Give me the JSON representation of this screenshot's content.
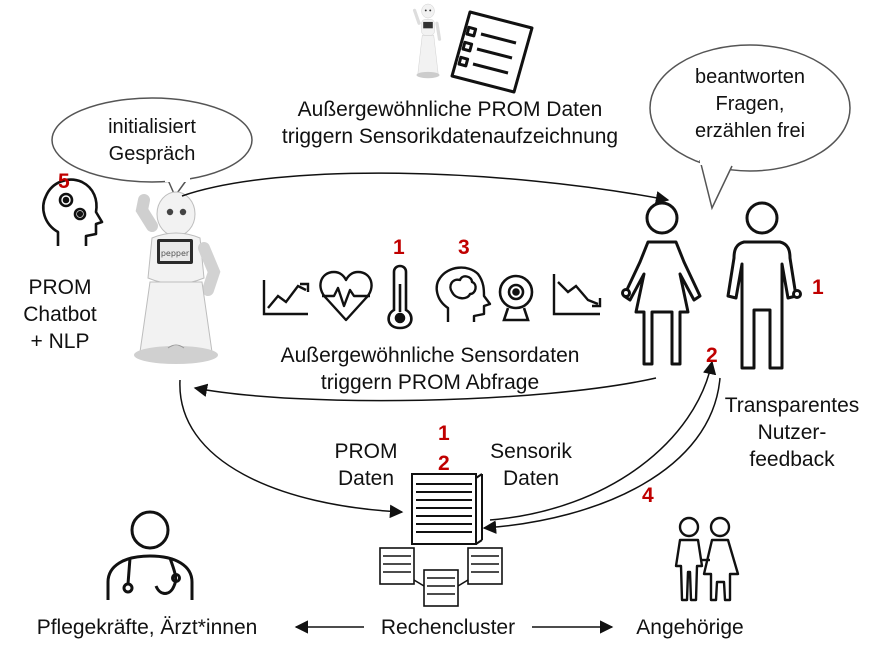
{
  "colors": {
    "ink": "#111111",
    "accent": "#c00000",
    "robot_body": "#f2f2f2",
    "robot_shade": "#d6d6d6"
  },
  "icons": [
    "robot-icon",
    "checklist-icon",
    "head-gears-icon",
    "trend-up-icon",
    "heart-pulse-icon",
    "thermometer-icon",
    "head-brain-icon",
    "webcam-icon",
    "trend-down-icon",
    "woman-icon",
    "man-icon",
    "server-icon",
    "server-cluster-icon",
    "doctor-icon",
    "couple-icon",
    "speech-bubble-icon"
  ],
  "bubbles": {
    "robot": [
      "initialisiert",
      "Gespräch"
    ],
    "users": [
      "beantworten",
      "Fragen,",
      "erzählen frei"
    ]
  },
  "top_caption": [
    "Außergewöhnliche PROM Daten",
    "triggern Sensorikdatenaufzeichnung"
  ],
  "middle_caption": [
    "Außergewöhnliche Sensordaten",
    "triggern PROM Abfrage"
  ],
  "left_block": [
    "PROM",
    "Chatbot",
    "+ NLP"
  ],
  "right_block": [
    "Transparentes",
    "Nutzer-",
    "feedback"
  ],
  "flow_left": [
    "PROM",
    "Daten"
  ],
  "flow_right": [
    "Sensorik",
    "Daten"
  ],
  "bottom": {
    "left": "Pflegekräfte, Ärzt*innen",
    "center": "Rechencluster",
    "right": "Angehörige"
  },
  "robot_screen": "pepper",
  "numbers": {
    "n5": "5",
    "thermo": "1",
    "brain": "3",
    "wrist": "1",
    "up_arrow": "2",
    "center_a": "1",
    "center_b": "2",
    "back_arrow": "4"
  }
}
